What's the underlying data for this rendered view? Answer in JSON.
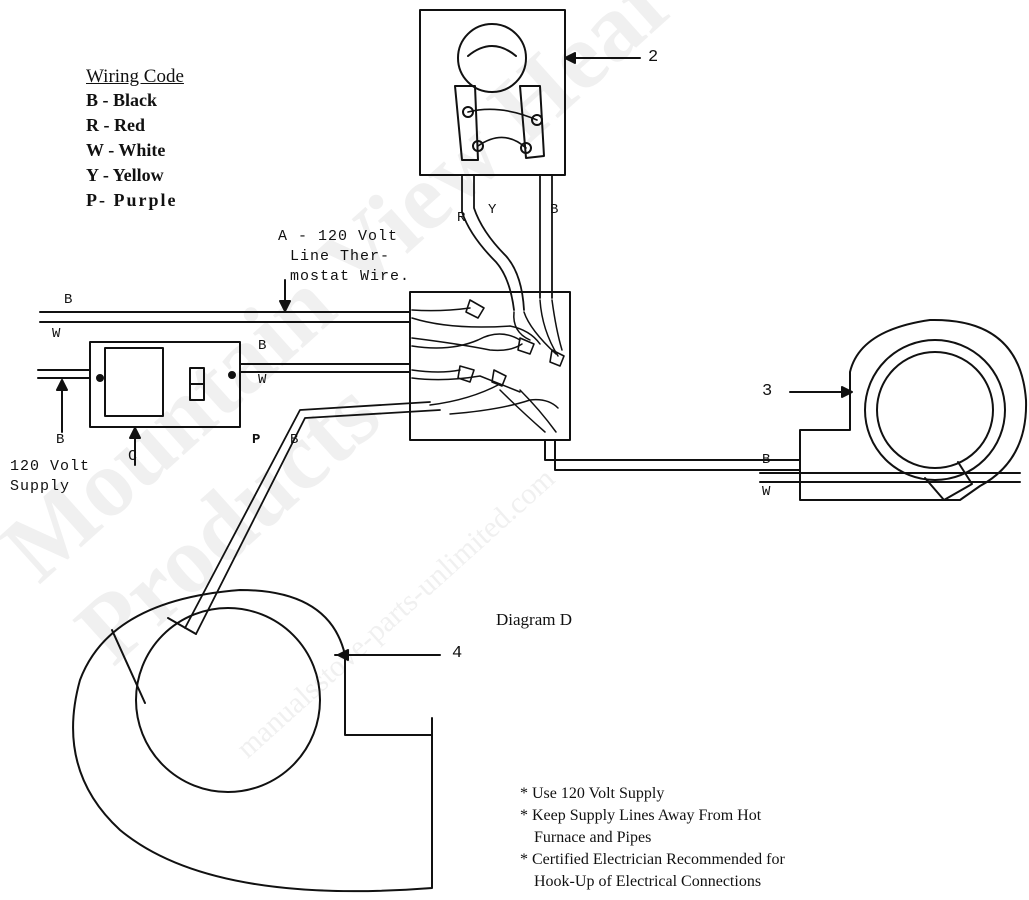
{
  "legend": {
    "title": "Wiring Code",
    "items": [
      {
        "code": "B",
        "sep": " - ",
        "color": "Black"
      },
      {
        "code": "R",
        "sep": " - ",
        "color": "Red"
      },
      {
        "code": "W",
        "sep": " - ",
        "color": "White"
      },
      {
        "code": "Y",
        "sep": " - ",
        "color": "Yellow"
      },
      {
        "code": "P",
        "sep": "- ",
        "color": "Purple"
      }
    ]
  },
  "labels": {
    "thermostat_wire": [
      "A - 120 Volt",
      "Line Ther-",
      "mostat Wire."
    ],
    "supply": [
      "120 Volt",
      "Supply"
    ],
    "switch_marker": "C",
    "diagram_title": "Diagram D",
    "callouts": {
      "thermostat": "2",
      "motor": "3",
      "blower": "4"
    }
  },
  "wires": {
    "line_black": "B",
    "line_white": "W",
    "switch_black": "B",
    "switch_white": "W",
    "supply_black": "B",
    "thermostat_red": "R",
    "thermostat_yellow": "Y",
    "thermostat_black": "B",
    "blower_purple": "P",
    "blower_black": "B",
    "motor_black": "B",
    "motor_white": "W"
  },
  "notes": [
    "* Use 120 Volt Supply",
    "* Keep Supply Lines Away From Hot",
    "Furnace and Pipes",
    "* Certified Electrician Recommended for",
    "Hook-Up of Electrical Connections"
  ],
  "watermark": {
    "main": "Mountain View Hearth Products",
    "url": "manualsstove-parts-unlimited.com"
  },
  "colors": {
    "ink": "#111111",
    "watermark": "#9a9a9a"
  }
}
